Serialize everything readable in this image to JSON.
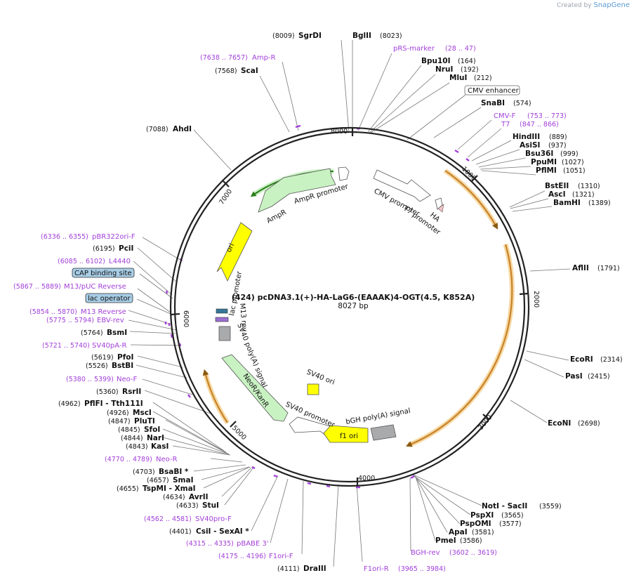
{
  "credit": {
    "prefix": "Created by",
    "brand": "SnapGene"
  },
  "plasmid": {
    "name": "(424) pcDNA3.1(+)-HA-LaG6-(EAAAK)4-OGT(4.5, K852A)",
    "size_label": "8027 bp",
    "length": 8027,
    "ticks": [
      "1000",
      "2000",
      "3000",
      "4000",
      "5000",
      "6000",
      "7000",
      "8000"
    ]
  },
  "colors": {
    "backbone": "#222222",
    "primer": "#a23fd9",
    "orf": "#c8822a",
    "orf_glow": "#f6d9a3",
    "ampr_fill": "#c9f2c3",
    "ori_fill": "#ffff00",
    "promoter_fill": "#ffffff",
    "signal_fill": "#a9aaac",
    "misc_fill": "#a8cde6"
  },
  "sites": {
    "sgrdi": {
      "name": "SgrDI",
      "pos": "(8009)"
    },
    "bglii": {
      "name": "BglII",
      "pos": "(8023)"
    },
    "bpu10i": {
      "name": "Bpu10I",
      "pos": "(164)"
    },
    "nrui": {
      "name": "NruI",
      "pos": "(192)"
    },
    "mlui": {
      "name": "MluI",
      "pos": "(212)"
    },
    "snabi": {
      "name": "SnaBI",
      "pos": "(574)"
    },
    "hindiii": {
      "name": "HindIII",
      "pos": "(889)"
    },
    "asisi": {
      "name": "AsiSI",
      "pos": "(937)"
    },
    "bsu36i": {
      "name": "Bsu36I",
      "pos": "(999)"
    },
    "ppumi": {
      "name": "PpuMI",
      "pos": "(1027)"
    },
    "pflmi": {
      "name": "PflMI",
      "pos": "(1051)"
    },
    "bsteii": {
      "name": "BstEII",
      "pos": "(1310)"
    },
    "asci": {
      "name": "AscI",
      "pos": "(1321)"
    },
    "bamhi": {
      "name": "BamHI",
      "pos": "(1389)"
    },
    "aflii": {
      "name": "AflII",
      "pos": "(1791)"
    },
    "ecori": {
      "name": "EcoRI",
      "pos": "(2314)"
    },
    "pasi": {
      "name": "PasI",
      "pos": "(2415)"
    },
    "econi": {
      "name": "EcoNI",
      "pos": "(2698)"
    },
    "noti_saci": {
      "name": "NotI - SacII",
      "pos": "(3559)"
    },
    "pspxi": {
      "name": "PspXI",
      "pos": "(3565)"
    },
    "pspomi": {
      "name": "PspOMI",
      "pos": "(3577)"
    },
    "apai": {
      "name": "ApaI",
      "pos": "(3581)"
    },
    "pmei": {
      "name": "PmeI",
      "pos": "(3586)"
    },
    "draiii": {
      "name": "DraIII",
      "pos": "(4111)"
    },
    "csii": {
      "name": "CsiI - SexAI *",
      "pos": "(4401)"
    },
    "stui": {
      "name": "StuI",
      "pos": "(4633)"
    },
    "avrii": {
      "name": "AvrII",
      "pos": "(4634)"
    },
    "tspmi": {
      "name": "TspMI - XmaI",
      "pos": "(4655)"
    },
    "smai": {
      "name": "SmaI",
      "pos": "(4657)"
    },
    "bsabi": {
      "name": "BsaBI *",
      "pos": "(4703)"
    },
    "kasi": {
      "name": "KasI",
      "pos": "(4843)"
    },
    "nari": {
      "name": "NarI",
      "pos": "(4844)"
    },
    "sfoi": {
      "name": "SfoI",
      "pos": "(4845)"
    },
    "pluti": {
      "name": "PluTI",
      "pos": "(4847)"
    },
    "msci": {
      "name": "MscI",
      "pos": "(4926)"
    },
    "pflfi": {
      "name": "PflFI - Tth111I",
      "pos": "(4962)"
    },
    "rsrii": {
      "name": "RsrII",
      "pos": "(5360)"
    },
    "bstbi": {
      "name": "BstBI",
      "pos": "(5526)"
    },
    "pfoi": {
      "name": "PfoI",
      "pos": "(5619)"
    },
    "bsmi": {
      "name": "BsmI",
      "pos": "(5764)"
    },
    "pcii": {
      "name": "PciI",
      "pos": "(6195)"
    },
    "ahdi": {
      "name": "AhdI",
      "pos": "(7088)"
    },
    "scai": {
      "name": "ScaI",
      "pos": "(7568)"
    }
  },
  "primers": {
    "ampr": {
      "name": "Amp-R",
      "range": "(7638 .. 7657)"
    },
    "prs": {
      "name": "pRS-marker",
      "range": "(28 .. 47)"
    },
    "cmvf": {
      "name": "CMV-F",
      "range": "(753 .. 773)"
    },
    "t7": {
      "name": "T7",
      "range": "(847 .. 866)"
    },
    "bghrev": {
      "name": "BGH-rev",
      "range": "(3602 .. 3619)"
    },
    "f1orir": {
      "name": "F1ori-R",
      "range": "(3965 .. 3984)"
    },
    "f1orif": {
      "name": "F1ori-F",
      "range": "(4175 .. 4196)"
    },
    "pbabe": {
      "name": "pBABE 3'",
      "range": "(4315 .. 4335)"
    },
    "sv40prof": {
      "name": "SV40pro-F",
      "range": "(4562 .. 4581)"
    },
    "neor": {
      "name": "Neo-R",
      "range": "(4770 .. 4789)"
    },
    "neof": {
      "name": "Neo-F",
      "range": "(5380 .. 5399)"
    },
    "sv40par": {
      "name": "SV40pA-R",
      "range": "(5721 .. 5740)"
    },
    "ebvrev": {
      "name": "EBV-rev",
      "range": "(5775 .. 5794)"
    },
    "m13rev": {
      "name": "M13 Reverse",
      "range": "(5854 .. 5870)"
    },
    "m13puc": {
      "name": "M13/pUC Reverse",
      "range": "(5867 .. 5889)"
    },
    "l4440": {
      "name": "L4440",
      "range": "(6085 .. 6102)"
    },
    "pbr322": {
      "name": "pBR322ori-F",
      "range": "(6336 .. 6355)"
    }
  },
  "boxed": {
    "cmv_enhancer": "CMV enhancer",
    "cap_site": "CAP binding site",
    "lac_operator": "lac operator"
  },
  "features": {
    "cmv_promoter": "CMV promoter",
    "t7_promoter": "T7 promoter",
    "ha": "HA",
    "ampr": "AmpR",
    "ampr_promoter": "AmpR promoter",
    "ori": "ori",
    "lac_promoter": "lac promoter",
    "m13_rev": "M13 rev",
    "sv40_polya": "SV40 poly(A) signal",
    "neor_kanr": "NeoR/KanR",
    "sv40_ori": "SV40 ori",
    "sv40_promoter": "SV40 promoter",
    "f1_ori": "f1 ori",
    "bgh_polya": "bGH poly(A) signal"
  }
}
